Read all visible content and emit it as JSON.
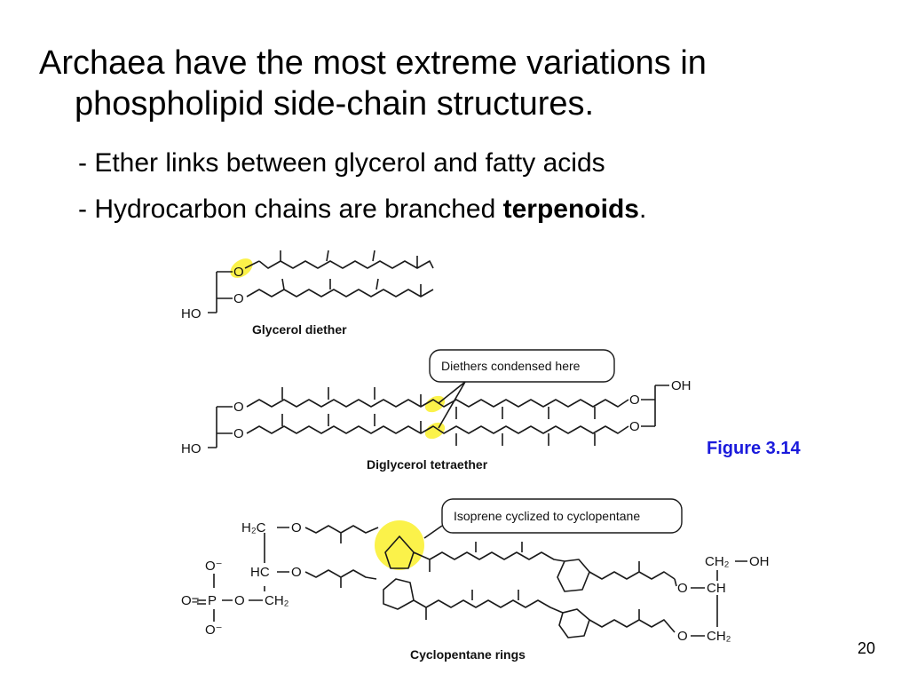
{
  "slide": {
    "heading_line1": "Archaea have the most extreme variations in",
    "heading_line2": "phospholipid side-chain structures.",
    "bullet1": "- Ether links between glycerol and fatty acids",
    "bullet2_prefix": "- Hydrocarbon chains are branched ",
    "bullet2_bold": "terpenoids",
    "bullet2_suffix": ".",
    "figure_label": "Figure 3.14",
    "page_number": "20"
  },
  "diagram": {
    "highlight_color": "#fbf24a",
    "captions": {
      "diether": "Glycerol diether",
      "tetraether": "Diglycerol tetraether",
      "cyclopentane": "Cyclopentane rings"
    },
    "callouts": {
      "condensed": "Diethers condensed here",
      "cyclized": "Isoprene cyclized to cyclopentane"
    },
    "atoms": {
      "o": "O",
      "ho": "HO",
      "oh": "OH",
      "h2c": "H₂C",
      "hc": "HC",
      "ch": "CH",
      "ch2": "CH₂",
      "o_minus": "O⁻",
      "p": "P",
      "o_eq": "O="
    }
  }
}
